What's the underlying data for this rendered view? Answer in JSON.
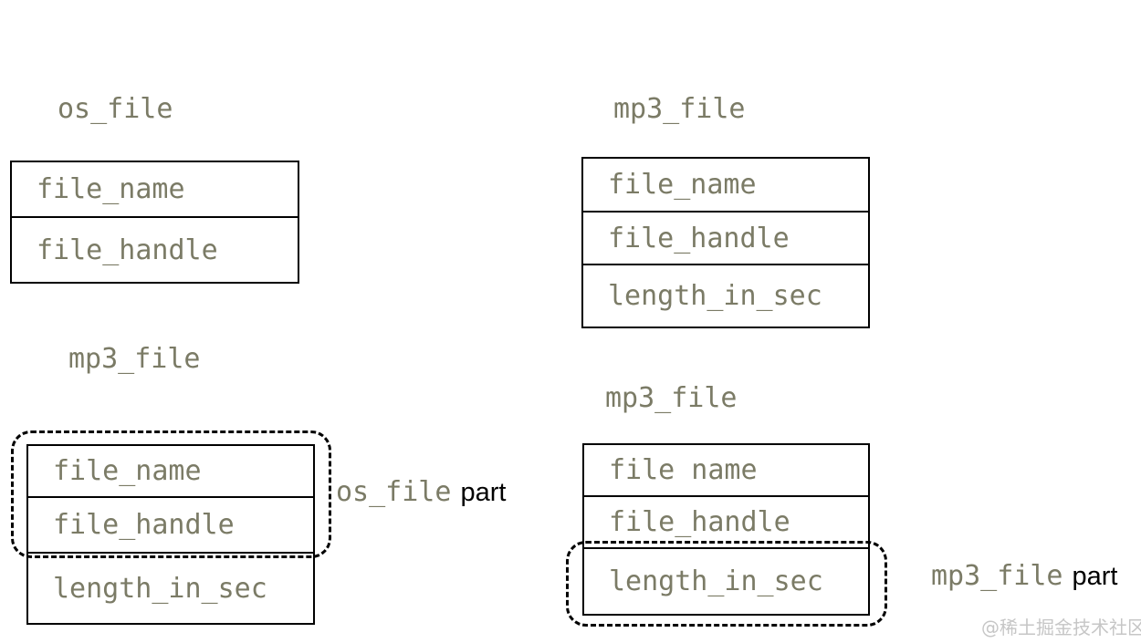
{
  "colors": {
    "code_text": "#7b7b66",
    "line": "#000000",
    "annotation_text": "#000000",
    "watermark_text": "#c6c6c6",
    "background": "#ffffff"
  },
  "structs": {
    "top_left": {
      "title": "os_file",
      "fields": [
        "file_name",
        "file_handle"
      ]
    },
    "top_right": {
      "title": "mp3_file",
      "fields": [
        "file_name",
        "file_handle",
        "length_in_sec"
      ]
    },
    "bottom_left": {
      "title": "mp3_file",
      "fields": [
        "file_name",
        "file_handle",
        "length_in_sec"
      ],
      "annotation": {
        "code": "os_file",
        "plain": "part"
      }
    },
    "bottom_right": {
      "title": "mp3_file",
      "fields": [
        "file name",
        "file_handle",
        "length_in_sec"
      ],
      "annotation": {
        "code": "mp3_file",
        "plain": "part"
      }
    }
  },
  "watermark": "@稀土掘金技术社区"
}
